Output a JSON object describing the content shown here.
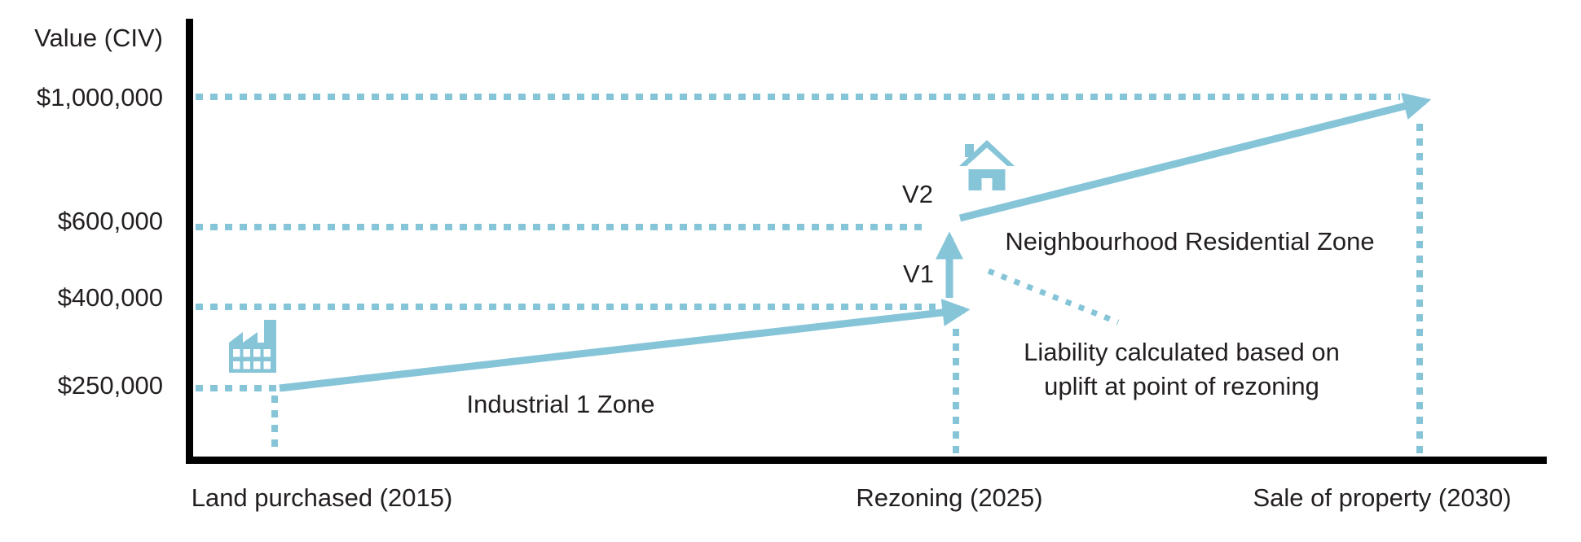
{
  "colors": {
    "accent_blue": "#86c5d8",
    "axis_black": "#000000",
    "text_dark": "#231f20"
  },
  "chart_data": {
    "type": "line",
    "title": "",
    "ylabel": "Value (CIV)",
    "xlabel": "",
    "y_tick_labels": [
      "$1,000,000",
      "$600,000",
      "$400,000",
      "$250,000"
    ],
    "y_tick_values": [
      1000000,
      600000,
      400000,
      250000
    ],
    "x_labels": [
      "Land purchased (2015)",
      "Rezoning (2025)",
      "Sale of property (2030)"
    ],
    "zones": [
      "Industrial 1 Zone",
      "Neighbourhood Residential Zone"
    ],
    "point_labels": [
      "V1",
      "V2"
    ],
    "annotation_lines": [
      "Liability calculated based on",
      "uplift at point of rezoning"
    ],
    "annotation_full": "Liability calculated based on uplift at point of rezoning",
    "series": [
      {
        "name": "Industrial 1 Zone",
        "points": [
          {
            "event": "Land purchased",
            "year": 2015,
            "value": 250000
          },
          {
            "event": "Rezoning (V1, before uplift)",
            "year": 2025,
            "value": 400000
          }
        ]
      },
      {
        "name": "Neighbourhood Residential Zone",
        "points": [
          {
            "event": "Rezoning (V2, after uplift)",
            "year": 2025,
            "value": 600000
          },
          {
            "event": "Sale of property",
            "year": 2030,
            "value": 1000000
          }
        ]
      }
    ],
    "uplift_arrow": {
      "from_label": "V1",
      "from_value": 400000,
      "to_label": "V2",
      "to_value": 600000
    },
    "gridlines": "dotted horizontal reference lines at each y tick; dotted vertical droplines at purchase, rezoning and sale",
    "legend": "none",
    "icons": [
      "factory-icon at purchase point",
      "house-icon at rezoning point"
    ]
  }
}
